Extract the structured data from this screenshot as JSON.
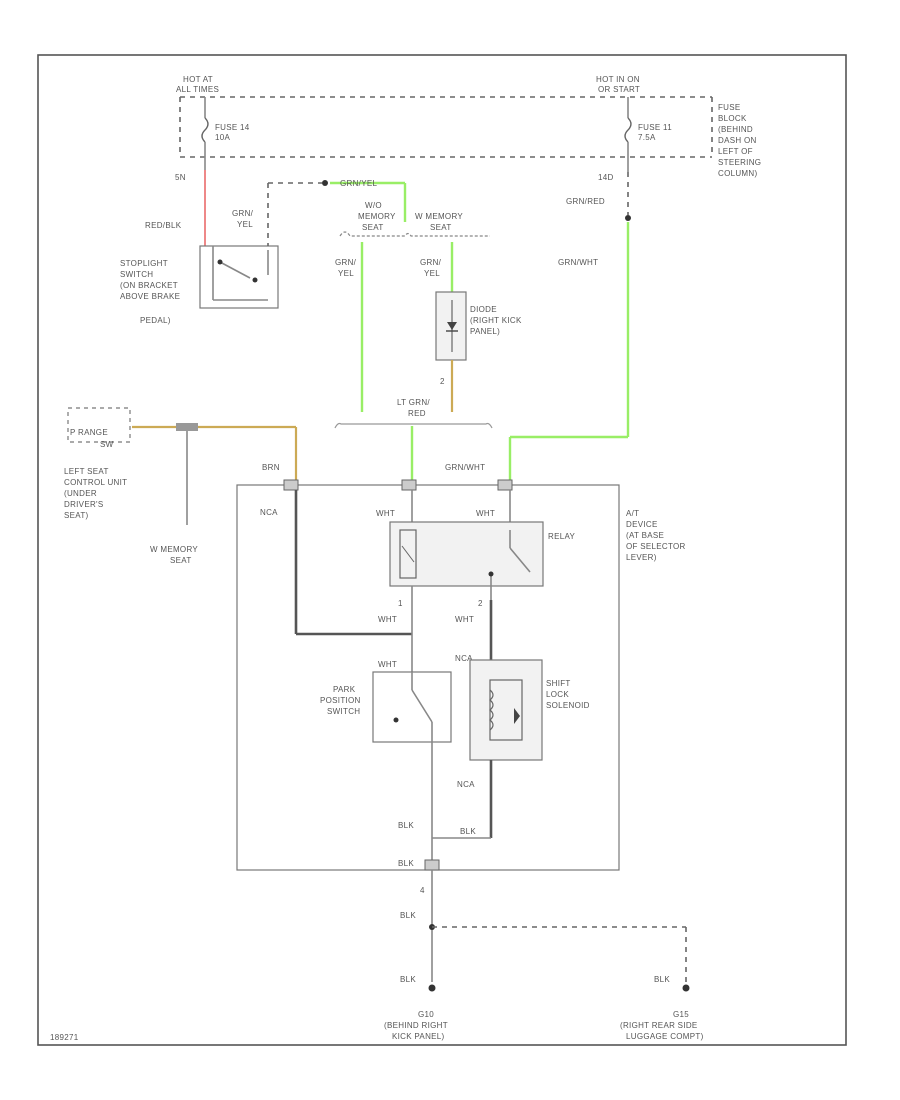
{
  "labels": {
    "hot_at_battery_1": "HOT AT",
    "hot_at_battery_2": "ALL TIMES",
    "hot_in_on_1": "HOT IN ON",
    "hot_in_on_2": "OR START",
    "fuse14_1": "FUSE 14",
    "fuse14_2": "10A",
    "fuse11_1": "FUSE 11",
    "fuse11_2": "7.5A",
    "fuse_block_1": "FUSE",
    "fuse_block_2": "BLOCK",
    "fuse_block_3": "(BEHIND",
    "fuse_block_4": "DASH ON",
    "fuse_block_5": "LEFT OF",
    "fuse_block_6": "STEERING",
    "fuse_block_7": "COLUMN)",
    "pin_5n": "5N",
    "pin_14d": "14D",
    "wire_red_blk": "RED/BLK",
    "wire_grn_yel_top": "GRN/YEL",
    "wire_grn_1": "GRN/",
    "wire_yel_1": "YEL",
    "wire_grn_red": "GRN/RED",
    "wire_grn_wht_mid": "GRN/WHT",
    "wo_memory_1": "W/O",
    "wo_memory_2": "MEMORY",
    "wo_memory_3": "SEAT",
    "w_memory_1": "W MEMORY",
    "w_memory_2": "SEAT",
    "stoplight_1": "STOPLIGHT",
    "stoplight_2": "SWITCH",
    "stoplight_3": "(ON BRACKET",
    "stoplight_4": "ABOVE BRAKE",
    "stoplight_5": "PEDAL)",
    "wire_grn_2": "GRN/",
    "wire_yel_2": "YEL",
    "wire_grn_3": "GRN/",
    "wire_yel_3": "YEL",
    "diode_1": "DIODE",
    "diode_2": "(RIGHT KICK",
    "diode_3": "PANEL)",
    "pin_2": "2",
    "wire_lt_grn_red_1": "LT GRN/",
    "wire_lt_grn_red_2": "RED",
    "prange_1": "P RANGE",
    "prange_2": "SW",
    "left_seat_1": "LEFT SEAT",
    "left_seat_2": "CONTROL UNIT",
    "left_seat_3": "(UNDER",
    "left_seat_4": "DRIVER'S",
    "left_seat_5": "SEAT)",
    "w_memory_seat_1": "W MEMORY",
    "w_memory_seat_2": "SEAT",
    "wire_brn": "BRN",
    "wire_grn_wht_box": "GRN/WHT",
    "wire_nca_1": "NCA",
    "wire_wht_1": "WHT",
    "wire_wht_2": "WHT",
    "relay": "RELAY",
    "at_device_1": "A/T",
    "at_device_2": "DEVICE",
    "at_device_3": "(AT BASE",
    "at_device_4": "OF SELECTOR",
    "at_device_5": "LEVER)",
    "pin_1": "1",
    "pin_2b": "2",
    "wire_wht_3": "WHT",
    "wire_wht_4": "WHT",
    "wire_nca_2": "NCA",
    "wire_wht_5": "WHT",
    "park_1": "PARK",
    "park_2": "POSITION",
    "park_3": "SWITCH",
    "shift_1": "SHIFT",
    "shift_2": "LOCK",
    "shift_3": "SOLENOID",
    "wire_nca_3": "NCA",
    "wire_blk_1": "BLK",
    "wire_blk_2": "BLK",
    "wire_blk_3": "BLK",
    "pin_4": "4",
    "wire_blk_4": "BLK",
    "wire_blk_5": "BLK",
    "wire_blk_6": "BLK",
    "g10_1": "G10",
    "g10_2": "(BEHIND RIGHT",
    "g10_3": "KICK PANEL)",
    "g15_1": "G15",
    "g15_2": "(RIGHT REAR SIDE",
    "g15_3": "LUGGAGE COMPT)",
    "footer_code": "189271"
  },
  "colors": {
    "green_wire": "#99ee66",
    "yellow_wire": "#ccaa55",
    "red_wire": "#ee8888",
    "dark_wire": "#555555"
  }
}
